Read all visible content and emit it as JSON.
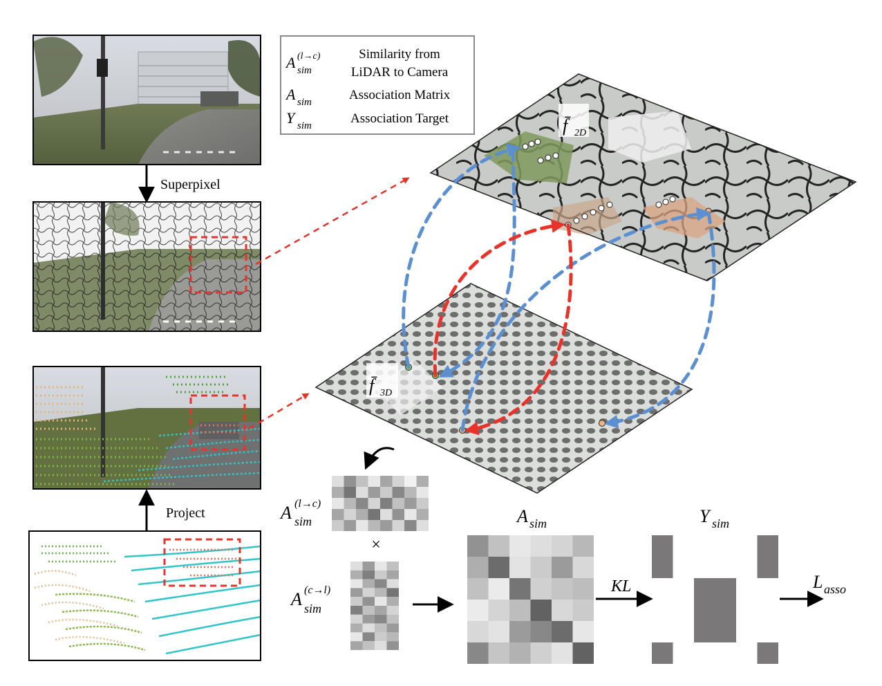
{
  "labels": {
    "superpixel": "Superpixel",
    "project": "Project",
    "f2d": "f̄",
    "f2d_sub": "2D",
    "f3d": "f̄",
    "f3d_sub": "3D",
    "times": "×",
    "kl": "KL",
    "a_lc_base": "A",
    "a_lc_sup": "(l→c)",
    "a_lc_sub": "sim",
    "a_cl_base": "A",
    "a_cl_sup": "(c→l)",
    "a_cl_sub": "sim",
    "asim_base": "A",
    "asim_sub": "sim",
    "ysim_base": "Y",
    "ysim_sub": "sim",
    "lasso_base": "L",
    "lasso_sub": "asso"
  },
  "legend": {
    "row1_sym": "A",
    "row1_sup": "(l→c)",
    "row1_sub": "sim",
    "row1_text_line1": "Similarity from",
    "row1_text_line2": "LiDAR to Camera",
    "row2_sym": "A",
    "row2_sub": "sim",
    "row2_text": "Association Matrix",
    "row3_sym": "Y",
    "row3_sub": "sim",
    "row3_text": "Association Target"
  },
  "colors": {
    "correct_link": "#5b8fd0",
    "wrong_link": "#e8332b",
    "highlight_box": "#e8332b",
    "arrow": "#000000"
  },
  "matrices": {
    "a_lc": [
      [
        0.85,
        0.45,
        0.7,
        0.9,
        0.55,
        0.8,
        0.95,
        0.6
      ],
      [
        0.6,
        0.3,
        0.85,
        0.5,
        0.75,
        0.4,
        0.65,
        0.9
      ],
      [
        0.9,
        0.65,
        0.4,
        0.8,
        0.35,
        0.7,
        0.5,
        0.75
      ],
      [
        0.55,
        0.8,
        0.6,
        0.3,
        0.85,
        0.45,
        0.9,
        0.6
      ],
      [
        0.75,
        0.5,
        0.9,
        0.65,
        0.5,
        0.8,
        0.4,
        0.85
      ]
    ],
    "a_cl": [
      [
        0.85,
        0.5,
        0.9,
        0.7
      ],
      [
        0.6,
        0.35,
        0.75,
        0.55
      ],
      [
        0.9,
        0.6,
        0.4,
        0.85
      ],
      [
        0.5,
        0.8,
        0.65,
        0.3
      ],
      [
        0.75,
        0.45,
        0.9,
        0.6
      ],
      [
        0.35,
        0.7,
        0.55,
        0.8
      ],
      [
        0.8,
        0.5,
        0.4,
        0.7
      ],
      [
        0.6,
        0.85,
        0.7,
        0.5
      ],
      [
        0.9,
        0.4,
        0.75,
        0.65
      ],
      [
        0.55,
        0.7,
        0.85,
        0.45
      ]
    ],
    "asim": [
      [
        0.45,
        0.7,
        0.9,
        0.85,
        0.8,
        0.65
      ],
      [
        0.6,
        0.25,
        0.88,
        0.75,
        0.5,
        0.82
      ],
      [
        0.7,
        0.92,
        0.3,
        0.78,
        0.72,
        0.68
      ],
      [
        0.92,
        0.8,
        0.68,
        0.2,
        0.82,
        0.75
      ],
      [
        0.82,
        0.88,
        0.5,
        0.4,
        0.25,
        0.9
      ],
      [
        0.4,
        0.72,
        0.62,
        0.78,
        0.88,
        0.2
      ]
    ],
    "ysim": [
      [
        1,
        0,
        0,
        0,
        0,
        1
      ],
      [
        1,
        0,
        0,
        0,
        0,
        1
      ],
      [
        0,
        0,
        1,
        1,
        0,
        0
      ],
      [
        0,
        0,
        1,
        1,
        0,
        0
      ],
      [
        0,
        0,
        1,
        1,
        0,
        0
      ],
      [
        1,
        0,
        0,
        0,
        0,
        1
      ]
    ]
  }
}
